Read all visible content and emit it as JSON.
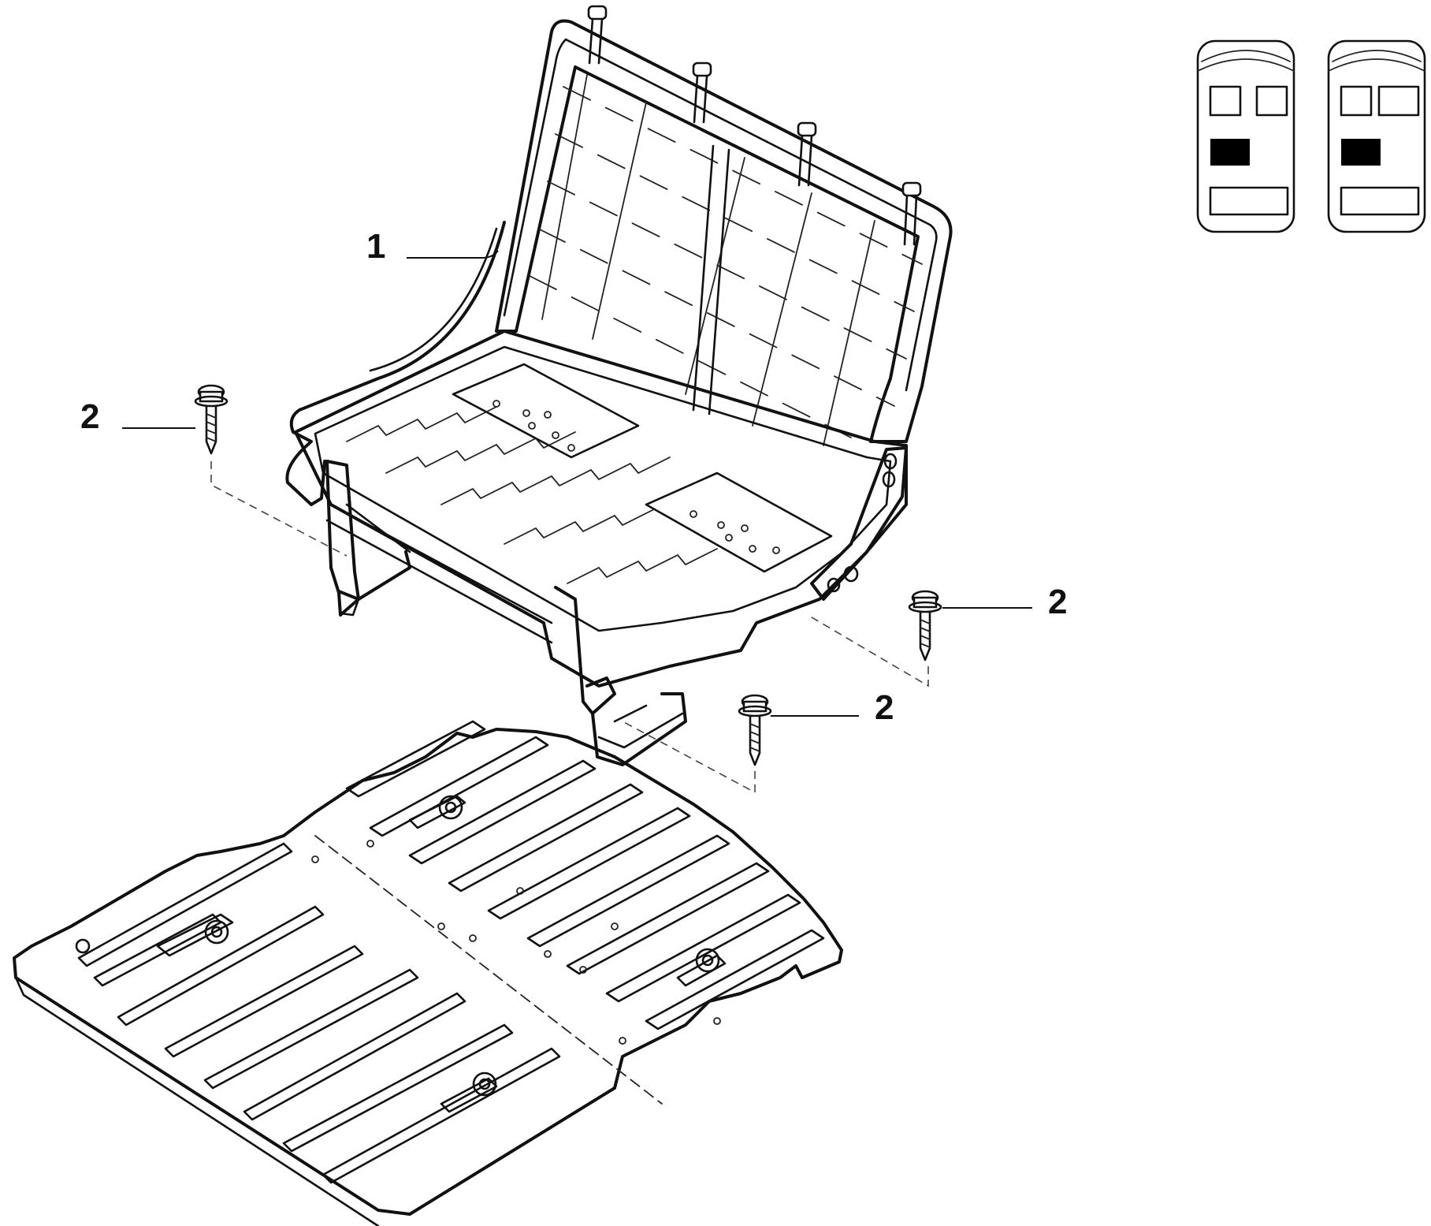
{
  "callouts": [
    {
      "id": "seat-frame",
      "label": "1"
    },
    {
      "id": "screw-left",
      "label": "2"
    },
    {
      "id": "screw-right",
      "label": "2"
    },
    {
      "id": "screw-front",
      "label": "2"
    }
  ],
  "vehicle_icons": [
    {
      "name": "variant-a",
      "highlighted_seat": "middle-left"
    },
    {
      "name": "variant-b",
      "highlighted_seat": "middle-left"
    }
  ],
  "colors": {
    "line": "#111111",
    "background": "#ffffff",
    "highlight": "#000000"
  }
}
